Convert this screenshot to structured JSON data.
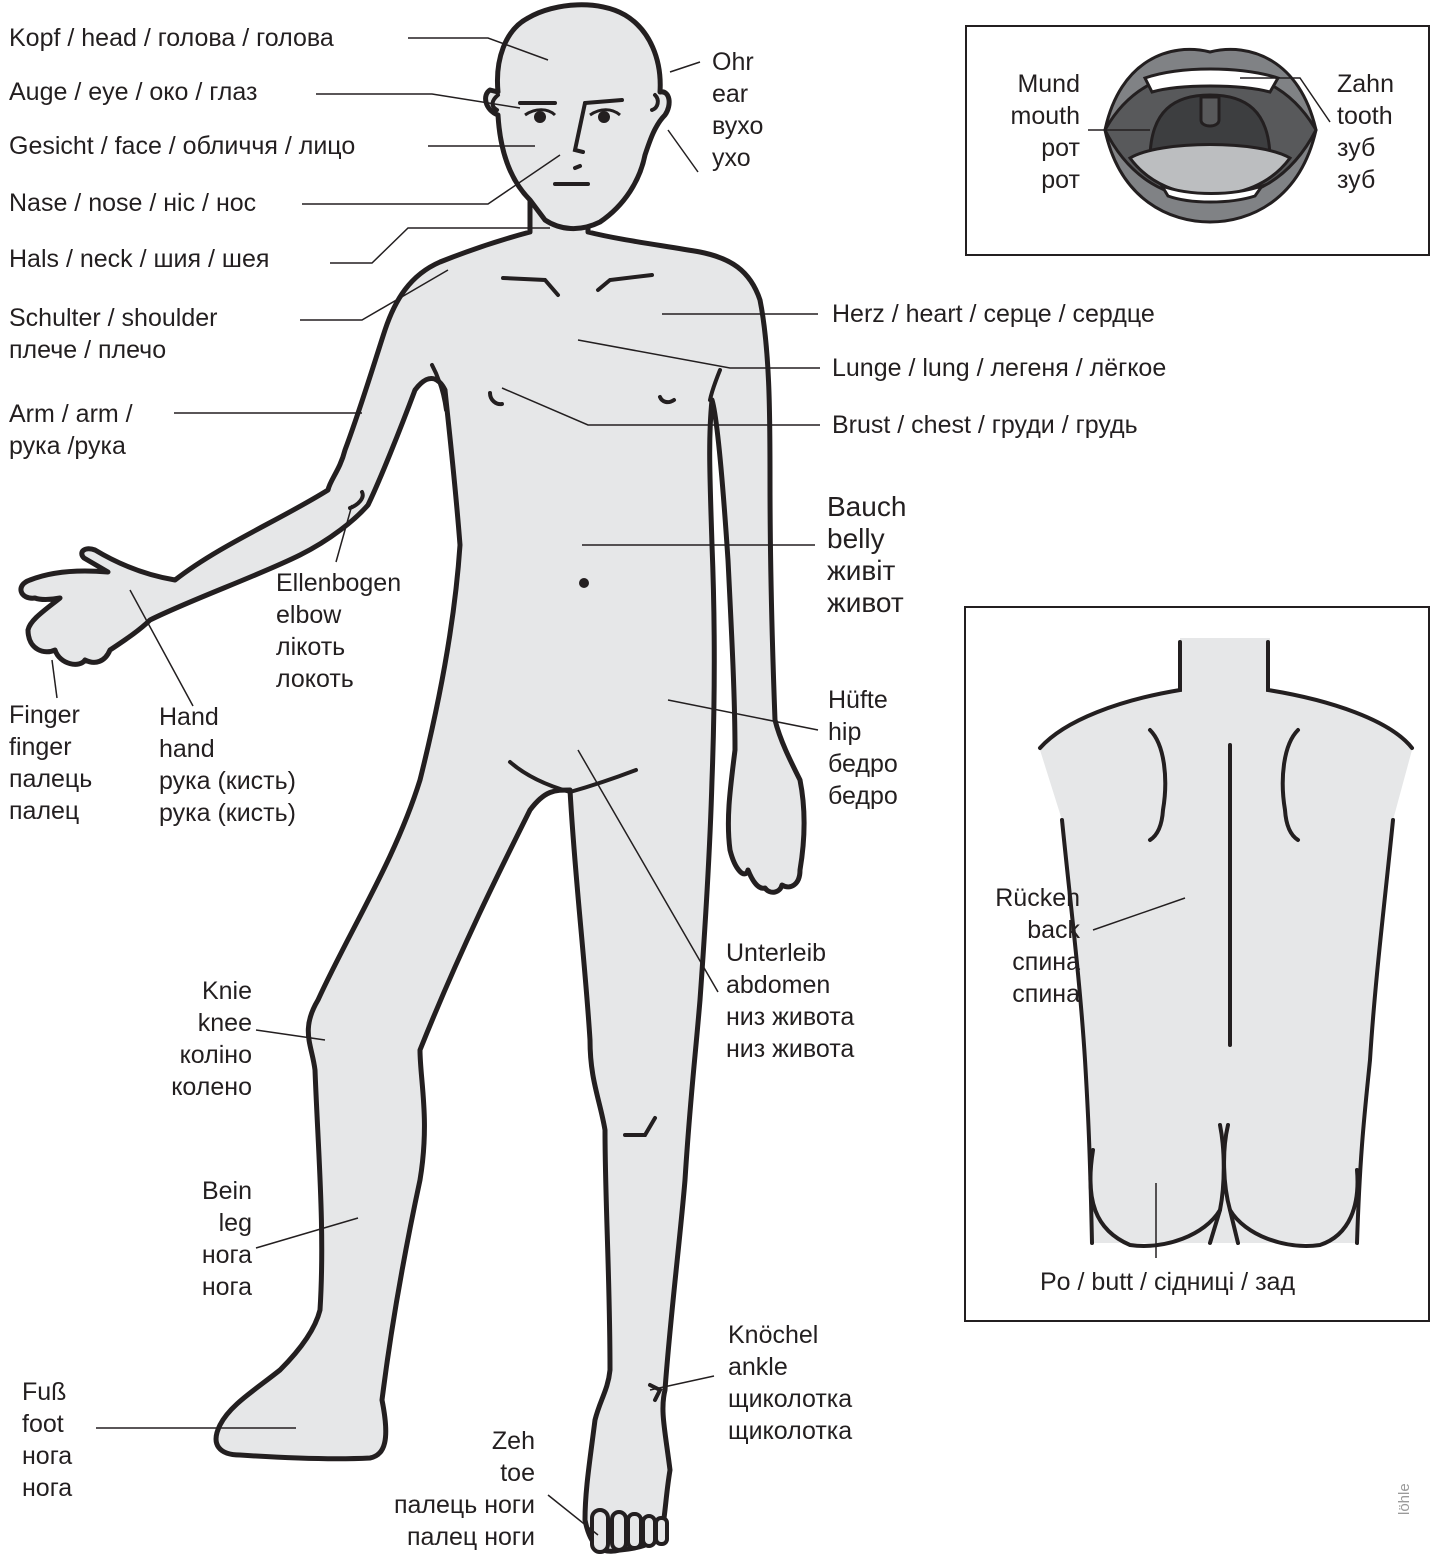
{
  "labels": {
    "head": "Kopf / head / голова / голова",
    "eye": "Auge / eye / око / глаз",
    "face": "Gesicht / face / обличчя / лицо",
    "nose": "Nase / nose / ніс / нос",
    "neck": "Hals / neck / шия / шея",
    "shoulder": [
      "Schulter / shoulder",
      "плече / плечо"
    ],
    "arm": [
      "Arm / arm /",
      "рука /рука"
    ],
    "ear": [
      "Ohr",
      "ear",
      "вухо",
      "ухо"
    ],
    "heart": "Herz / heart / серце / сердце",
    "lung": "Lunge / lung / легеня / лёгкое",
    "chest": "Brust / chest / груди / грудь",
    "belly": [
      "Bauch",
      "belly",
      "живіт",
      "живот"
    ],
    "elbow": [
      "Ellenbogen",
      "elbow",
      "лікоть",
      "локоть"
    ],
    "finger": [
      "Finger",
      "finger",
      "палець",
      "палец"
    ],
    "hand": [
      "Hand",
      "hand",
      "рука (кисть)",
      "рука (кисть)"
    ],
    "hip": [
      "Hüfte",
      "hip",
      "бедро",
      "бедро"
    ],
    "abdomen": [
      "Unterleib",
      "abdomen",
      "низ живота",
      "низ живота"
    ],
    "knee": [
      "Knie",
      "knee",
      "коліно",
      "колено"
    ],
    "leg": [
      "Bein",
      "leg",
      "нога",
      "нога"
    ],
    "ankle": [
      "Knöchel",
      "ankle",
      "щиколотка",
      "щиколотка"
    ],
    "foot": [
      "Fuß",
      "foot",
      "нога",
      "нога"
    ],
    "toe": [
      "Zeh",
      "toe",
      "палець ноги",
      "палец ноги"
    ],
    "mouth": [
      "Mund",
      "mouth",
      "рот",
      "рот"
    ],
    "tooth": [
      "Zahn",
      "tooth",
      "зуб",
      "зуб"
    ],
    "back": [
      "Rücken",
      "back",
      "спина",
      "спина"
    ],
    "butt": "Po / butt / сідниці / зад"
  },
  "credit": "löhle",
  "colors": {
    "body_fill": "#e6e7e8",
    "outline": "#231f20",
    "mouth_dark": "#58595b",
    "mouth_mid": "#808285",
    "tongue": "#bcbec0"
  }
}
